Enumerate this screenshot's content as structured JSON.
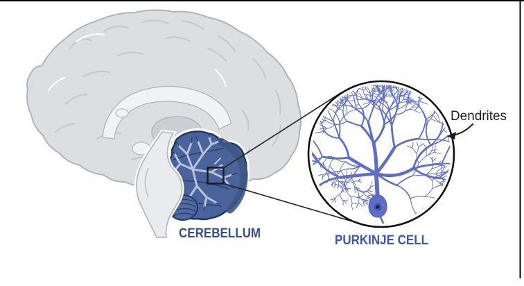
{
  "figure": {
    "labels": {
      "cerebellum": "CEREBELLUM",
      "purkinje_cell": "PURKINJE CELL",
      "dendrites": "Dendrites"
    },
    "colors": {
      "brain_gray_fill": "#dcdee1",
      "brain_outline": "#b0b4ba",
      "brain_inner_gray": "#cbced3",
      "cerebellum_fill": "#4a639b",
      "cerebellum_outline": "#1f3864",
      "cerebellum_dark_zone": "#3d5685",
      "arbor_vitae_light": "#b7c3dc",
      "purkinje_blue": "#5e6ec4",
      "purkinje_nucleus_ring": "#4454ac",
      "purkinje_nucleus_dark": "#1b2140",
      "cerebellum_label_color": "#33508c",
      "purkinje_label_color": "#3c58ae",
      "dendrites_label_color": "#202124",
      "frame_black": "#000000"
    }
  }
}
